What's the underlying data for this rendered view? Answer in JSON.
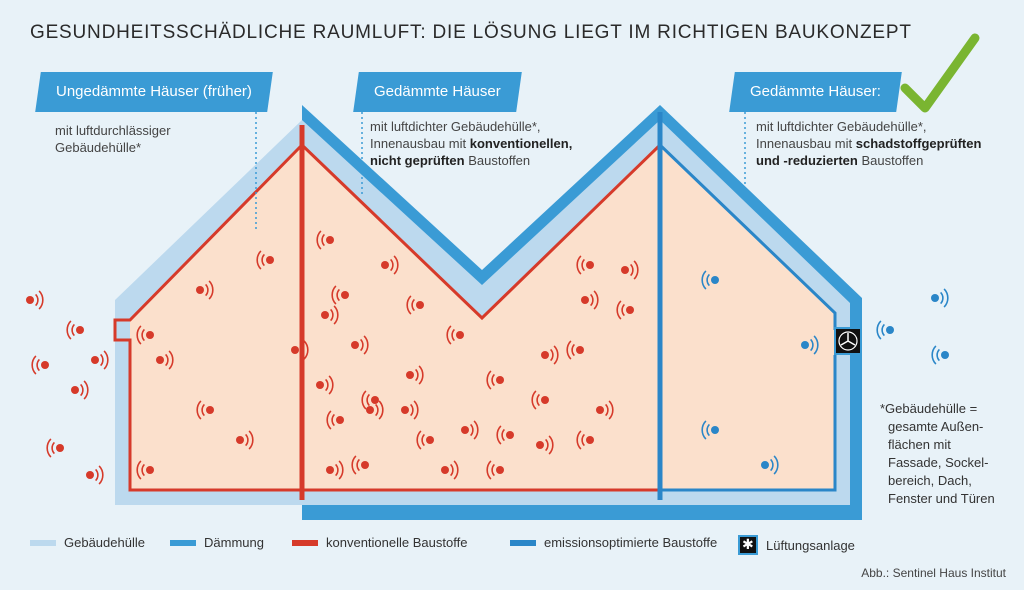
{
  "title": "GESUNDHEITSSCHÄDLICHE RAUMLUFT: DIE LÖSUNG LIEGT IM RICHTIGEN BAUKONZEPT",
  "houses": [
    {
      "heading": "Ungedämmte Häuser (früher)",
      "line1": "mit luftdurchlässiger",
      "line2": "Gebäudehülle*"
    },
    {
      "heading": "Gedämmte Häuser",
      "line1": "mit luftdichter Gebäudehülle*,",
      "line2a": "Innenausbau mit ",
      "line2b": "konventionellen,",
      "line3a": "nicht geprüften",
      "line3b": " Baustoffen"
    },
    {
      "heading": "Gedämmte Häuser:",
      "line1": "mit luftdichter Gebäudehülle*,",
      "line2a": "Innenausbau mit ",
      "line2b": "schadstoffgeprüften",
      "line3a": "und -reduzierten",
      "line3b": " Baustoffen"
    }
  ],
  "footnote": [
    "*Gebäudehülle =",
    "gesamte Außen-",
    "flächen mit",
    "Fassade, Sockel-",
    "bereich, Dach,",
    "Fenster und Türen"
  ],
  "legend": [
    {
      "label": "Gebäudehülle",
      "color": "#bcd9ee"
    },
    {
      "label": "Dämmung",
      "color": "#3a9bd5"
    },
    {
      "label": "konventionelle Baustoffe",
      "color": "#d63a2a"
    },
    {
      "label": "emissionsoptimierte Baustoffe",
      "color": "#2a86c8"
    },
    {
      "label": "Lüftungsanlage",
      "color": "#111111"
    }
  ],
  "credit": "Abb.: Sentinel Haus Institut",
  "colors": {
    "envelope": "#bcd9ee",
    "insulation": "#3a9bd5",
    "conventional": "#d63a2a",
    "optimized": "#2a86c8",
    "interior": "#fbe0cc",
    "check": "#7ab531"
  }
}
